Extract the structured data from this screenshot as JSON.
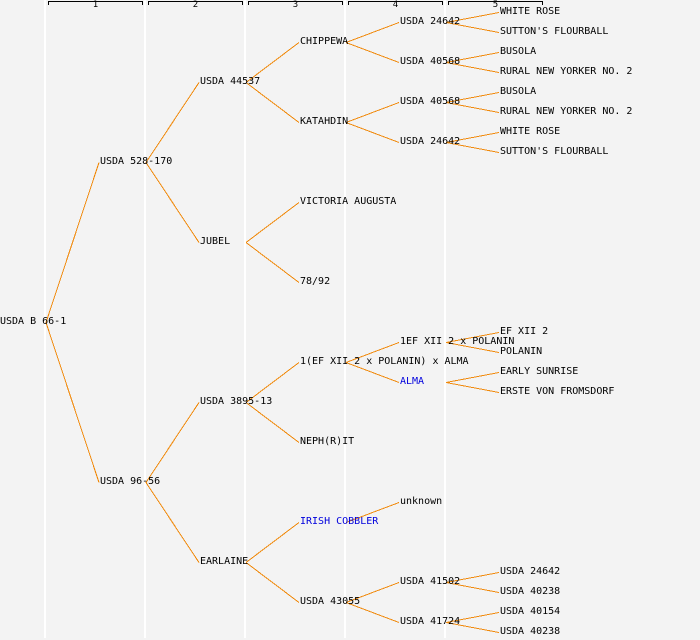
{
  "generation_headers": [
    "1",
    "2",
    "3",
    "4",
    "5"
  ],
  "colors": {
    "line": "#f08a0c",
    "link": "#0000dd",
    "background": "#f3f3f3"
  },
  "nodes": [
    {
      "id": "root",
      "label": "USDA B 66-1",
      "gen": 0,
      "row": 32,
      "parent": null
    },
    {
      "id": "a",
      "label": "USDA 528-170",
      "gen": 1,
      "row": 16,
      "parent": "root"
    },
    {
      "id": "b",
      "label": "USDA 96-56",
      "gen": 1,
      "row": 48,
      "parent": "root"
    },
    {
      "id": "aa",
      "label": "USDA 44537",
      "gen": 2,
      "row": 8,
      "parent": "a"
    },
    {
      "id": "ab",
      "label": "JUBEL",
      "gen": 2,
      "row": 24,
      "parent": "a"
    },
    {
      "id": "ba",
      "label": "USDA 3895-13",
      "gen": 2,
      "row": 40,
      "parent": "b"
    },
    {
      "id": "bb",
      "label": "EARLAINE",
      "gen": 2,
      "row": 56,
      "parent": "b"
    },
    {
      "id": "aaa",
      "label": "CHIPPEWA",
      "gen": 3,
      "row": 4,
      "parent": "aa"
    },
    {
      "id": "aab",
      "label": "KATAHDIN",
      "gen": 3,
      "row": 12,
      "parent": "aa"
    },
    {
      "id": "aba",
      "label": "VICTORIA AUGUSTA",
      "gen": 3,
      "row": 20,
      "parent": "ab"
    },
    {
      "id": "abb",
      "label": "78/92",
      "gen": 3,
      "row": 28,
      "parent": "ab"
    },
    {
      "id": "baa",
      "label": "1(EF XII 2 x POLANIN) x ALMA",
      "gen": 3,
      "row": 36,
      "parent": "ba"
    },
    {
      "id": "bab",
      "label": "NEPH(R)IT",
      "gen": 3,
      "row": 44,
      "parent": "ba"
    },
    {
      "id": "bba",
      "label": "IRISH COBBLER",
      "gen": 3,
      "row": 52,
      "parent": "bb",
      "link": true
    },
    {
      "id": "bbb",
      "label": "USDA 43055",
      "gen": 3,
      "row": 60,
      "parent": "bb"
    },
    {
      "id": "aaaa",
      "label": "USDA 24642",
      "gen": 4,
      "row": 2,
      "parent": "aaa"
    },
    {
      "id": "aaab",
      "label": "USDA 40568",
      "gen": 4,
      "row": 6,
      "parent": "aaa"
    },
    {
      "id": "aaba",
      "label": "USDA 40568",
      "gen": 4,
      "row": 10,
      "parent": "aab"
    },
    {
      "id": "aabb",
      "label": "USDA 24642",
      "gen": 4,
      "row": 14,
      "parent": "aab"
    },
    {
      "id": "baaa",
      "label": "1EF XII 2 x POLANIN",
      "gen": 4,
      "row": 34,
      "parent": "baa"
    },
    {
      "id": "baab",
      "label": "ALMA",
      "gen": 4,
      "row": 38,
      "parent": "baa",
      "link": true
    },
    {
      "id": "bbaa",
      "label": "unknown",
      "gen": 4,
      "row": 50,
      "parent": "bba"
    },
    {
      "id": "bbba",
      "label": "USDA 41502",
      "gen": 4,
      "row": 58,
      "parent": "bbb"
    },
    {
      "id": "bbbb",
      "label": "USDA 41724",
      "gen": 4,
      "row": 62,
      "parent": "bbb"
    },
    {
      "id": "l1",
      "label": "WHITE ROSE",
      "gen": 5,
      "row": 1,
      "parent": "aaaa"
    },
    {
      "id": "l2",
      "label": "SUTTON'S FLOURBALL",
      "gen": 5,
      "row": 3,
      "parent": "aaaa"
    },
    {
      "id": "l3",
      "label": "BUSOLA",
      "gen": 5,
      "row": 5,
      "parent": "aaab"
    },
    {
      "id": "l4",
      "label": "RURAL NEW YORKER NO. 2",
      "gen": 5,
      "row": 7,
      "parent": "aaab"
    },
    {
      "id": "l5",
      "label": "BUSOLA",
      "gen": 5,
      "row": 9,
      "parent": "aaba"
    },
    {
      "id": "l6",
      "label": "RURAL NEW YORKER NO. 2",
      "gen": 5,
      "row": 11,
      "parent": "aaba"
    },
    {
      "id": "l7",
      "label": "WHITE ROSE",
      "gen": 5,
      "row": 13,
      "parent": "aabb"
    },
    {
      "id": "l8",
      "label": "SUTTON'S FLOURBALL",
      "gen": 5,
      "row": 15,
      "parent": "aabb"
    },
    {
      "id": "l9",
      "label": "EF XII 2",
      "gen": 5,
      "row": 33,
      "parent": "baaa"
    },
    {
      "id": "l10",
      "label": "POLANIN",
      "gen": 5,
      "row": 35,
      "parent": "baaa"
    },
    {
      "id": "l11",
      "label": "EARLY SUNRISE",
      "gen": 5,
      "row": 37,
      "parent": "baab"
    },
    {
      "id": "l12",
      "label": "ERSTE VON FROMSDORF",
      "gen": 5,
      "row": 39,
      "parent": "baab"
    },
    {
      "id": "l13",
      "label": "USDA 24642",
      "gen": 5,
      "row": 57,
      "parent": "bbba"
    },
    {
      "id": "l14",
      "label": "USDA 40238",
      "gen": 5,
      "row": 59,
      "parent": "bbba"
    },
    {
      "id": "l15",
      "label": "USDA 40154",
      "gen": 5,
      "row": 61,
      "parent": "bbbb"
    },
    {
      "id": "l16",
      "label": "USDA 40238",
      "gen": 5,
      "row": 63,
      "parent": "bbbb"
    }
  ]
}
